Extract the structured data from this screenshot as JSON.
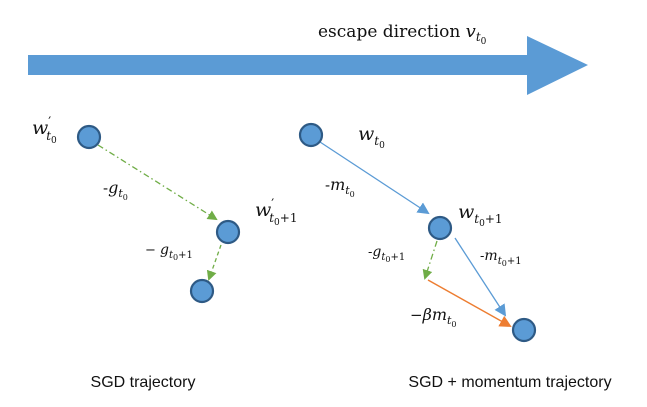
{
  "colors": {
    "big_arrow": "#5b9bd5",
    "node_fill": "#5b9bd5",
    "node_stroke": "#2e5a85",
    "sgd_arrow": "#70ad47",
    "momentum_arrow": "#5b9bd5",
    "beta_arrow": "#ed7d31"
  },
  "escape": {
    "label_text": "escape direction ",
    "label_var": "v",
    "label_sub": "t",
    "label_subsub": "0"
  },
  "sgd": {
    "caption": "SGD trajectory",
    "w0": {
      "base": "w",
      "prime": "′",
      "sub": "t",
      "subsub": "0"
    },
    "w1": {
      "base": "w",
      "prime": "′",
      "sub": "t",
      "subsub": "0",
      "tail": "+1"
    },
    "g0": {
      "minus": "-",
      "base": "g",
      "sub": "t",
      "subsub": "0"
    },
    "g1": {
      "minus": "− ",
      "base": "g",
      "sub": "t",
      "subsub": "0",
      "tail": "+1"
    }
  },
  "momentum": {
    "caption": "SGD + momentum trajectory",
    "w0": {
      "base": "w",
      "sub": "t",
      "subsub": "0"
    },
    "w1": {
      "base": "w",
      "sub": "t",
      "subsub": "0",
      "tail": "+1"
    },
    "m0": {
      "minus": "-",
      "base": "m",
      "sub": "t",
      "subsub": "0"
    },
    "m1": {
      "minus": "-",
      "base": "m",
      "sub": "t",
      "subsub": "0",
      "tail": "+1"
    },
    "g1": {
      "minus": "-",
      "base": "g",
      "sub": "t",
      "subsub": "0",
      "tail": "+1"
    },
    "beta": {
      "minus": "−",
      "base": "βm",
      "sub": "t",
      "subsub": "0"
    }
  }
}
